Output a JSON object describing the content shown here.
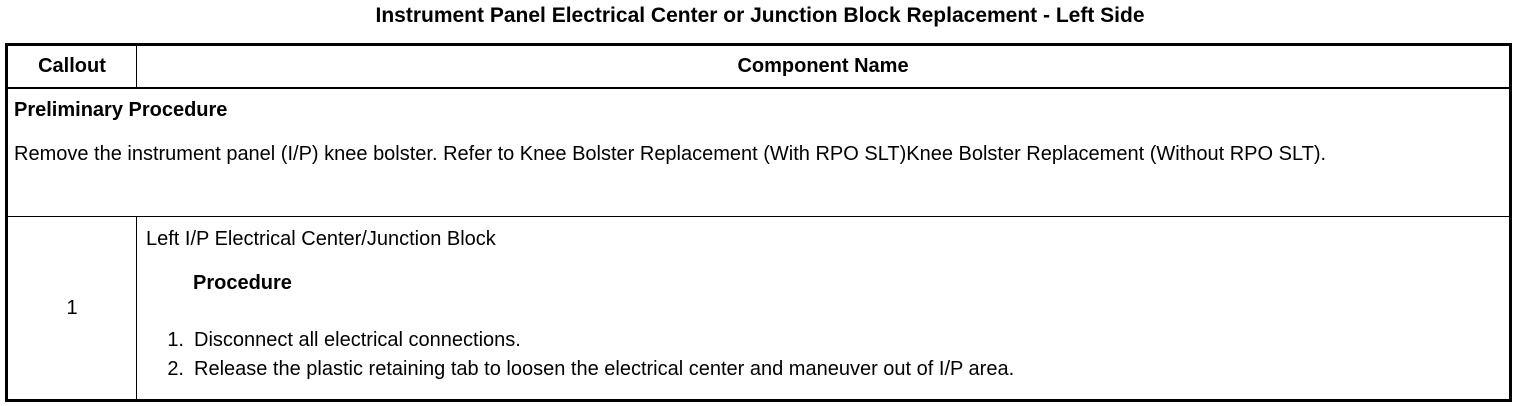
{
  "document": {
    "title": "Instrument Panel Electrical Center or Junction Block Replacement - Left Side"
  },
  "table": {
    "headers": {
      "callout": "Callout",
      "component_name": "Component Name"
    },
    "preliminary": {
      "title": "Preliminary Procedure",
      "text": "Remove the instrument panel (I/P) knee bolster. Refer to Knee Bolster Replacement (With RPO SLT)Knee Bolster Replacement (Without RPO SLT)."
    },
    "rows": [
      {
        "callout": "1",
        "component": "Left I/P Electrical Center/Junction Block",
        "procedure_heading": "Procedure",
        "steps": [
          {
            "num": "1.",
            "text": "Disconnect all electrical connections."
          },
          {
            "num": "2.",
            "text": "Release the plastic retaining tab to loosen the electrical center and maneuver out of I/P area."
          }
        ]
      }
    ]
  }
}
